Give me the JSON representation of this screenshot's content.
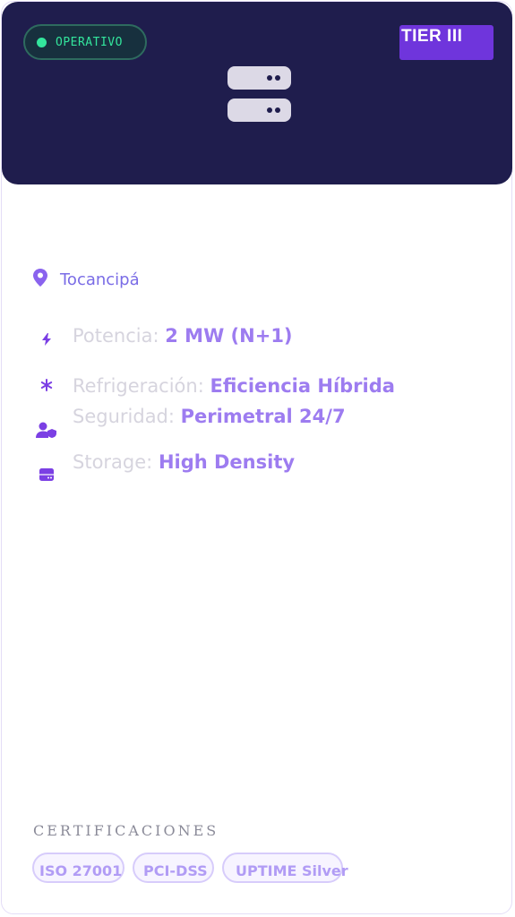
{
  "status": {
    "label": "OPERATIVO",
    "color": "#33e59c"
  },
  "tier": {
    "label": "TIER III",
    "color": "#6f35dc"
  },
  "header": {
    "icon": "server-icon",
    "background": "#1f1d4d"
  },
  "location": {
    "icon": "map-pin-icon",
    "name": "Tocancipá"
  },
  "specs": [
    {
      "icon": "lightning-icon",
      "label": "Potencia:",
      "value": "2 MW (N+1)"
    },
    {
      "icon": "snowflake-icon",
      "label": "Refrigeración:",
      "value": "Eficiencia Híbrida"
    },
    {
      "icon": "user-shield-icon",
      "label": "Seguridad:",
      "value": "Perimetral 24/7"
    },
    {
      "icon": "storage-icon",
      "label": "Storage:",
      "value": "High Density"
    }
  ],
  "certifications": {
    "heading": "CERTIFICACIONES",
    "items": [
      "ISO 27001",
      "PCI-DSS",
      "UPTIME Silver"
    ]
  }
}
